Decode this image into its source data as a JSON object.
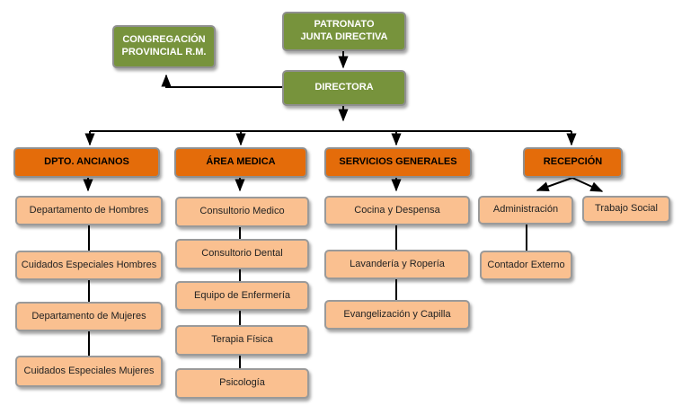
{
  "colors": {
    "green": "#77933c",
    "orange": "#e46c0a",
    "light": "#fac090",
    "line": "#000000"
  },
  "top": {
    "patronato": "PATRONATO\nJUNTA DIRECTIVA",
    "congregacion": "CONGREGACIÓN\nPROVINCIAL R.M.",
    "directora": "DIRECTORA"
  },
  "departments": {
    "ancianos": {
      "title": "DPTO. ANCIANOS",
      "items": [
        "Departamento  de Hombres",
        "Cuidados Especiales Hombres",
        "Departamento  de Mujeres",
        "Cuidados Especiales Mujeres"
      ]
    },
    "medica": {
      "title": "ÁREA MEDICA",
      "items": [
        "Consultorio Medico",
        "Consultorio Dental",
        "Equipo de Enfermería",
        "Terapia Física",
        "Psicología"
      ]
    },
    "servicios": {
      "title": "SERVICIOS GENERALES",
      "items": [
        "Cocina y Despensa",
        "Lavandería y Ropería",
        "Evangelización y Capilla"
      ]
    },
    "recepcion": {
      "title": "RECEPCIÓN",
      "items": [
        "Administración",
        "Contador Externo",
        "Trabajo Social"
      ]
    }
  }
}
